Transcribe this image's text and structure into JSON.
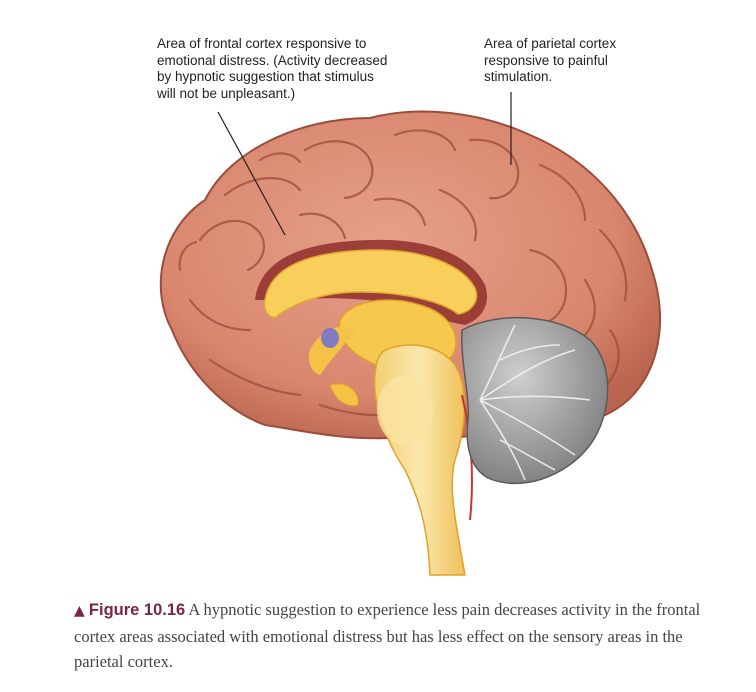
{
  "labels": {
    "frontal": "Area of frontal cortex responsive to\nemotional distress. (Activity decreased\nby hypnotic suggestion that stimulus\nwill not be unpleasant.)",
    "parietal": "Area of parietal cortex\nresponsive to painful\nstimulation."
  },
  "caption": {
    "marker": "▲",
    "number": "Figure 10.16",
    "text": " A hypnotic suggestion to experience less pain decreases activity in the frontal cortex areas associated with emotional distress but has less effect on the sensory areas in the parietal cortex."
  },
  "colors": {
    "cortex": "#d9876f",
    "cortex_dark": "#a4503e",
    "corpus_callosum": "#f7cf5a",
    "brainstem": "#f6d98c",
    "cerebellum": "#8f8f8f",
    "highlight": "#6c6fd6",
    "accent": "#7a2448"
  },
  "icons": [
    "brain-illustration",
    "caption-triangle-icon"
  ]
}
